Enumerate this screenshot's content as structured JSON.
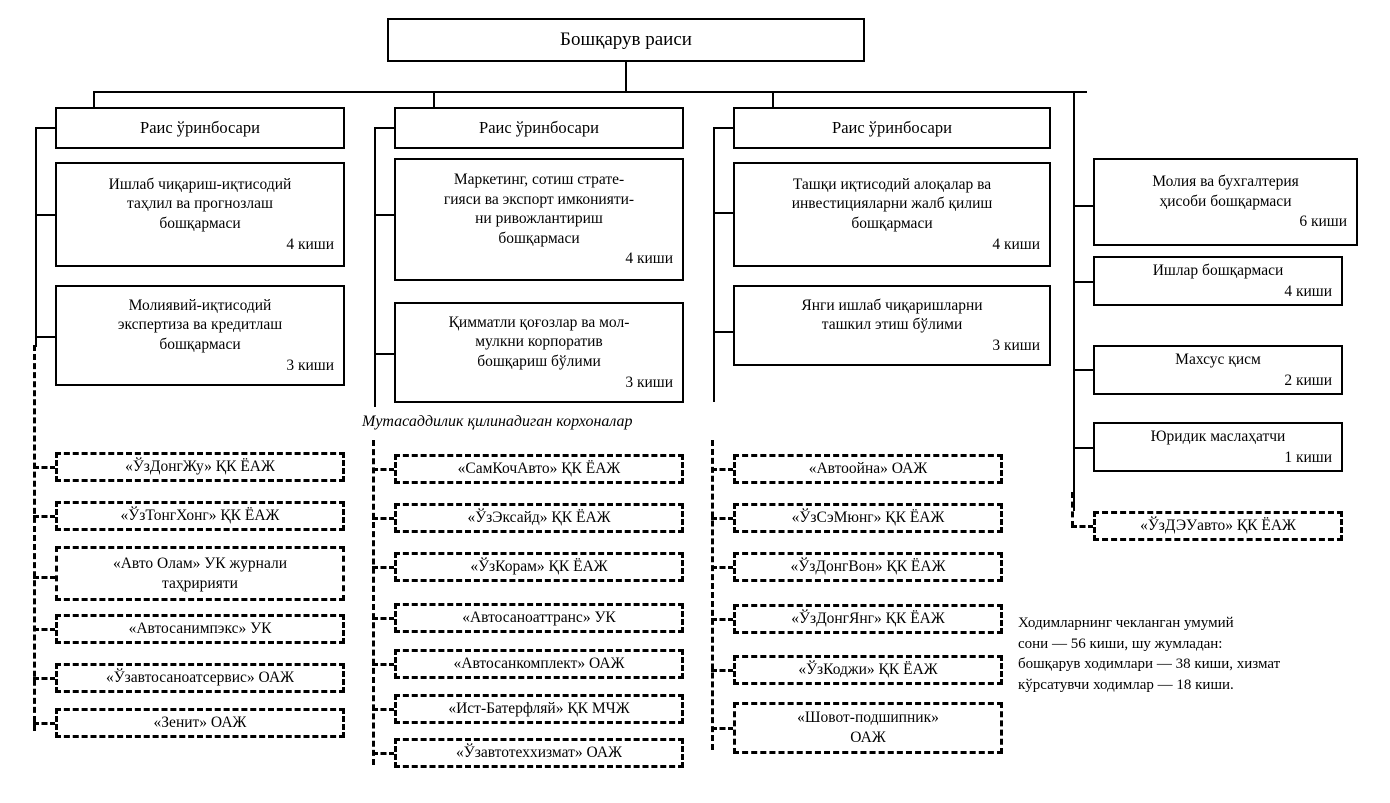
{
  "chart": {
    "type": "org-chart",
    "root": {
      "label": "Бошқарув раиси"
    },
    "deputies": [
      {
        "label": "Раис ўринбосари"
      },
      {
        "label": "Раис ўринбосари"
      },
      {
        "label": "Раис ўринбосари"
      }
    ],
    "departments": {
      "column1": [
        {
          "title": "Ишлаб чиқариш-иқтисодий\nтаҳлил ва  прогнозлаш\nбошқармаси",
          "count": "4 киши"
        },
        {
          "title": "Молиявий-иқтисодий\nэкспертиза ва кредитлаш\nбошқармаси",
          "count": "3 киши"
        }
      ],
      "column2": [
        {
          "title": "Маркетинг, сотиш страте-\nгияси ва экспорт имконияти-\nни ривожлантириш\nбошқармаси",
          "count": "4 киши"
        },
        {
          "title": "Қимматли қоғозлар ва мол-\nмулкни корпоратив\nбошқариш бўлими",
          "count": "3 киши"
        }
      ],
      "column3": [
        {
          "title": "Ташқи иқтисодий алоқалар ва\nинвестицияларни жалб қилиш\nбошқармаси",
          "count": "4 киши"
        },
        {
          "title": "Янги ишлаб чиқаришларни\nташкил этиш бўлими",
          "count": "3 киши"
        }
      ],
      "column4": [
        {
          "title": "Молия ва бухгалтерия\nҳисоби бошқармаси",
          "count": "6 киши"
        },
        {
          "title": "Ишлар бошқармаси",
          "count": "4 киши"
        },
        {
          "title": "Махсус қисм",
          "count": "2 киши"
        },
        {
          "title": "Юридик маслаҳатчи",
          "count": "1 киши"
        }
      ]
    },
    "enterprises_heading": "Мутасаддилик қилинадиган корхоналар",
    "enterprises": {
      "column1": [
        {
          "label": "«ЎзДонгЖу» ҚК ЁАЖ"
        },
        {
          "label": "«ЎзТонгХонг» ҚК ЁАЖ"
        },
        {
          "label": "«Авто Олам» УК журнали\nтаҳририяти"
        },
        {
          "label": "«Автосанимпэкс» УК"
        },
        {
          "label": "«Ўзавтосаноатсервис» ОАЖ"
        },
        {
          "label": "«Зенит» ОАЖ"
        }
      ],
      "column2": [
        {
          "label": "«СамКочАвто» ҚК ЁАЖ"
        },
        {
          "label": "«ЎзЭксайд» ҚК ЁАЖ"
        },
        {
          "label": "«ЎзКорам» ҚК ЁАЖ"
        },
        {
          "label": "«Автосаноаттранс» УК"
        },
        {
          "label": "«Автосанкомплект» ОАЖ"
        },
        {
          "label": "«Ист-Батерфляй» ҚК МЧЖ"
        },
        {
          "label": "«Ўзавтотеххизмат» ОАЖ"
        }
      ],
      "column3": [
        {
          "label": "«Автоойна» ОАЖ"
        },
        {
          "label": "«ЎзСэМюнг» ҚК ЁАЖ"
        },
        {
          "label": "«ЎзДонгВон» ҚК ЁАЖ"
        },
        {
          "label": "«ЎзДонгЯнг» ҚК ЁАЖ"
        },
        {
          "label": "«ЎзКоджи» ҚК ЁАЖ"
        },
        {
          "label": "«Шовот-подшипник»\nОАЖ"
        }
      ],
      "column4": [
        {
          "label": "«ЎзДЭУавто» ҚК ЁАЖ"
        }
      ]
    },
    "footnote": "Ходимларнинг чекланган умумий\nсони — 56 киши, шу жумладан:\nбошқарув ходимлари  — 38 киши, хизмат\nкўрсатувчи ходимлар  — 18 киши.",
    "colors": {
      "line": "#000000",
      "background": "#ffffff",
      "text": "#000000"
    }
  }
}
